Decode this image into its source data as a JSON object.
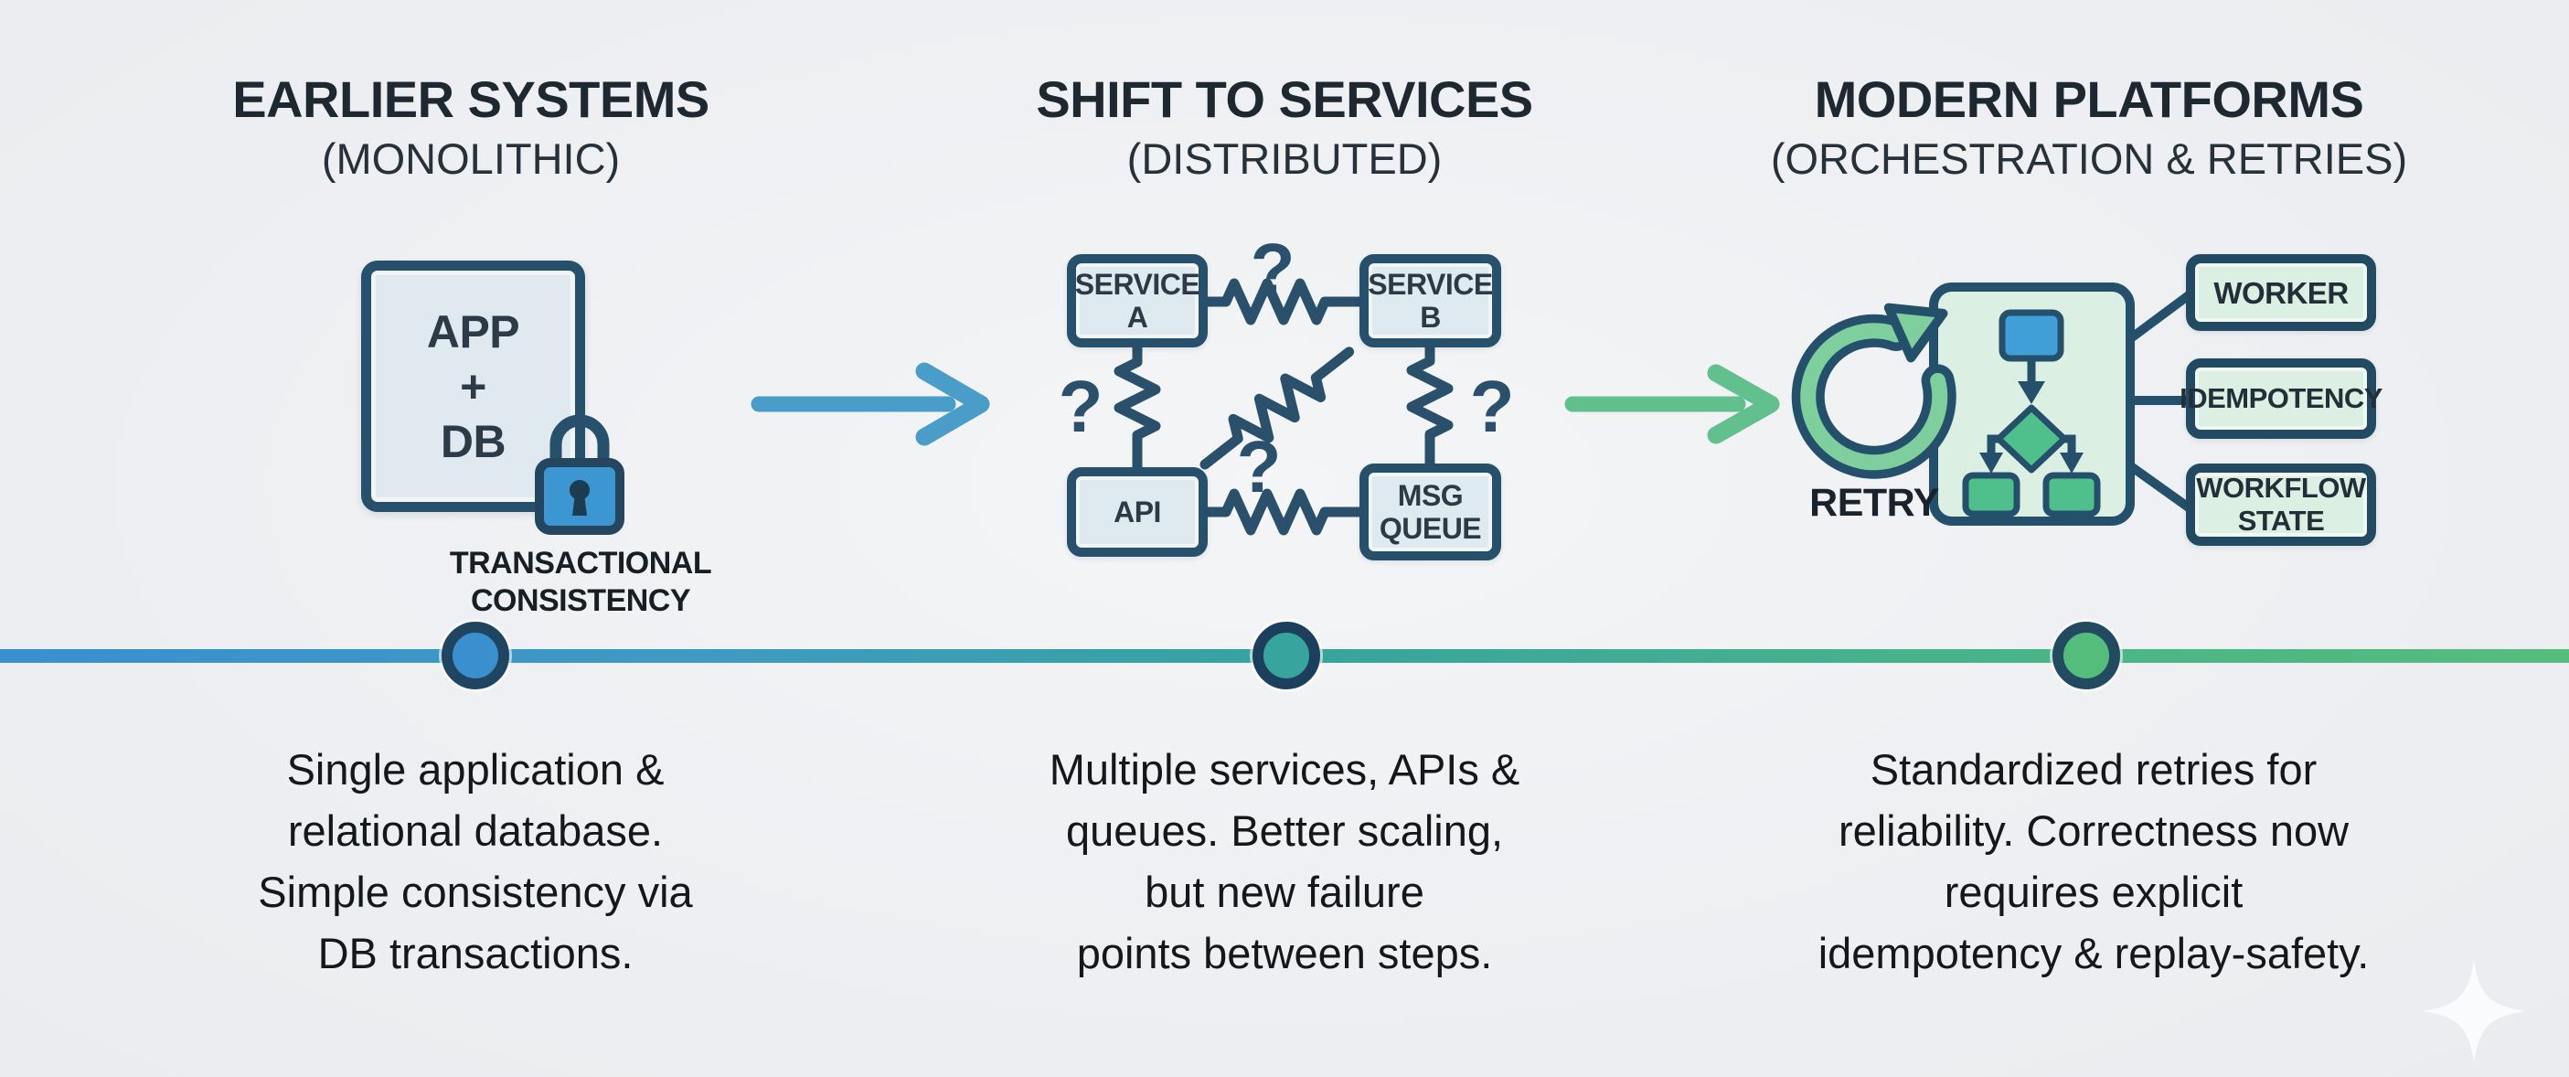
{
  "page": {
    "background": "#edeff2"
  },
  "columns": [
    {
      "id": "earlier-systems",
      "title": "EARLIER SYSTEMS",
      "subtitle": "(MONOLITHIC)",
      "description": "Single application &\nrelational database.\nSimple consistency via\nDB transactions.",
      "figure": {
        "box_label": "APP\n+\nDB",
        "caption": "TRANSACTIONAL\nCONSISTENCY",
        "icon": "lock-icon"
      },
      "dot_color": "#3a90cf"
    },
    {
      "id": "shift-to-services",
      "title": "SHIFT TO SERVICES",
      "subtitle": "(DISTRIBUTED)",
      "description": "Multiple services, APIs &\nqueues. Better scaling,\nbut new failure\npoints between steps.",
      "figure": {
        "nodes": [
          "SERVICE\nA",
          "SERVICE\nB",
          "API",
          "MSG\nQUEUE"
        ],
        "marks": [
          "?",
          "?",
          "?",
          "?"
        ]
      },
      "dot_color": "#37a49e"
    },
    {
      "id": "modern-platforms",
      "title": "MODERN PLATFORMS",
      "subtitle": "(ORCHESTRATION & RETRIES)",
      "description": "Standardized retries for\nreliability. Correctness now\nrequires explicit\nidempotency & replay-safety.",
      "figure": {
        "retry_label": "RETRY",
        "nodes": [
          "WORKER",
          "IDEMPOTENCY",
          "WORKFLOW\nSTATE"
        ],
        "icon": "retry-cycle-icon"
      },
      "dot_color": "#55bd7c"
    }
  ],
  "timeline": {
    "gradient": [
      "#3a90cf",
      "#37a49e",
      "#55bd7c"
    ]
  },
  "icons": {
    "lock": "padlock",
    "retry": "circular-arrow",
    "stage_arrow_1_color": "#4a9cc9",
    "stage_arrow_2_color": "#61c08d",
    "sparkle_color": "#fafcfd"
  },
  "colors": {
    "line_navy": "#2b506b",
    "box_border": "#27506c",
    "blue_fill": "#3f9fd6",
    "green_fill": "#4fbf8b",
    "panel_blue_bg": "#dee9f0",
    "panel_green_bg": "#dcefe3"
  }
}
